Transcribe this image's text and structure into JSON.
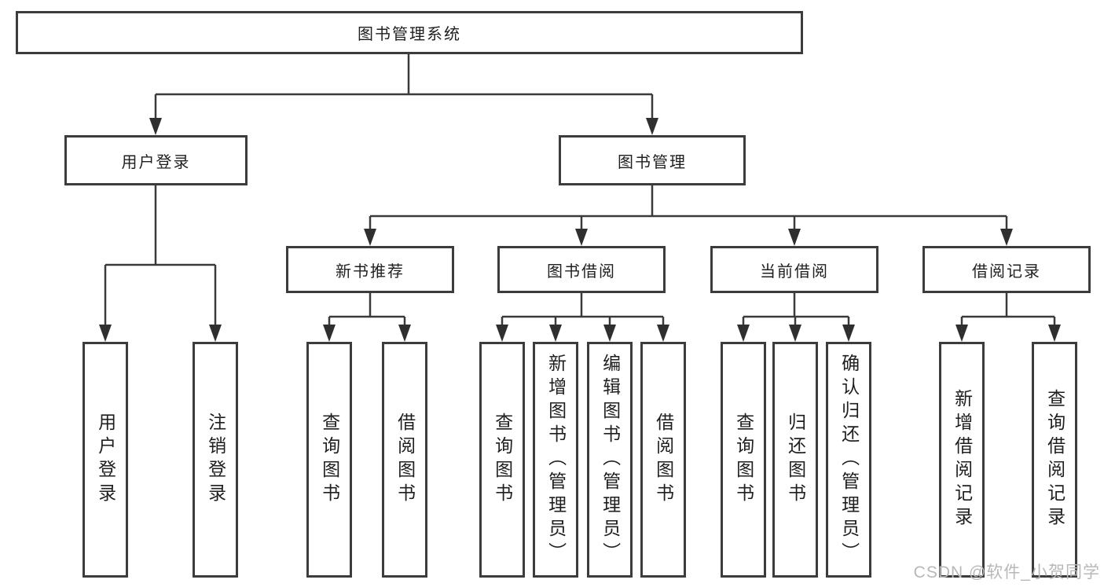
{
  "diagram": {
    "root": "图书管理系统",
    "level2": {
      "user_login": "用户登录",
      "book_management": "图书管理"
    },
    "level3": {
      "new_book": "新书推荐",
      "borrow": "图书借阅",
      "current": "当前借阅",
      "records": "借阅记录"
    },
    "leaves": {
      "user_login": [
        "用户登录",
        "注销登录"
      ],
      "new_book": [
        "查询图书",
        "借阅图书"
      ],
      "borrow": [
        "查询图书",
        "新增图书（管理员）",
        "编辑图书（管理员）",
        "借阅图书"
      ],
      "current": [
        "查询图书",
        "归还图书",
        "确认归还（管理员）"
      ],
      "records": [
        "新增借阅记录",
        "查询借阅记录"
      ]
    }
  },
  "watermark": {
    "text": "CSDN @软件_小贺同学",
    "color": "#b8b8b8"
  },
  "colors": {
    "line": "#3a3a3a",
    "border": "#3c3c3c",
    "text": "#1f1f1f",
    "background": "#ffffff"
  }
}
